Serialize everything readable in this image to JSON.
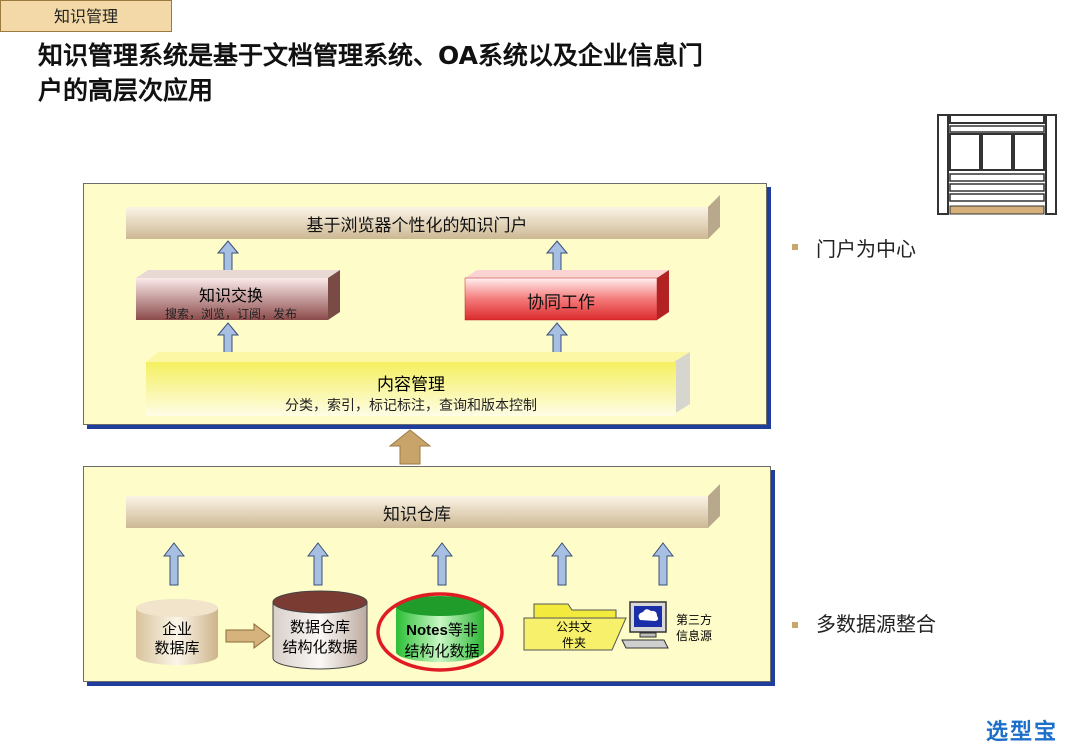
{
  "header": {
    "tag": "知识管理",
    "title_line1": "知识管理系统是基于文档管理系统、OA系统以及企业信息门",
    "title_line2": "户的高层次应用"
  },
  "top_panel": {
    "portal": "基于浏览器个性化的知识门户",
    "exchange_title": "知识交换",
    "exchange_sub": "搜索，浏览，订阅，发布",
    "collab": "协同工作",
    "content_title": "内容管理",
    "content_sub": "分类，索引，标记标注，查询和版本控制"
  },
  "bottom_panel": {
    "warehouse": "知识仓库",
    "sources": {
      "enterprise_db_line1": "企业",
      "enterprise_db_line2": "数据库",
      "data_warehouse_line1": "数据仓库",
      "data_warehouse_line2": "结构化数据",
      "notes_bold": "Notes",
      "notes_rest": "等非",
      "notes_line2": "结构化数据",
      "folder_line1": "公共文",
      "folder_line2": "件夹",
      "third_party_line1": "第三方",
      "third_party_line2": "信息源"
    }
  },
  "side": {
    "portal_center": "门户为中心",
    "multi_source": "多数据源整合"
  },
  "watermark": "选型宝",
  "colors": {
    "panel_bg": "#fefdc9",
    "panel_shadow": "#1f3d9b",
    "bar_beige": "#d9c7a6",
    "collab_red": "#e8484a",
    "content_yellow": "#f7f27a",
    "notes_green": "#3fd44a",
    "highlight_ring": "#e01b24",
    "arrow_blue": "#a7bfe3",
    "big_arrow": "#c8a46a",
    "watermark_blue": "#1c6fc9"
  }
}
